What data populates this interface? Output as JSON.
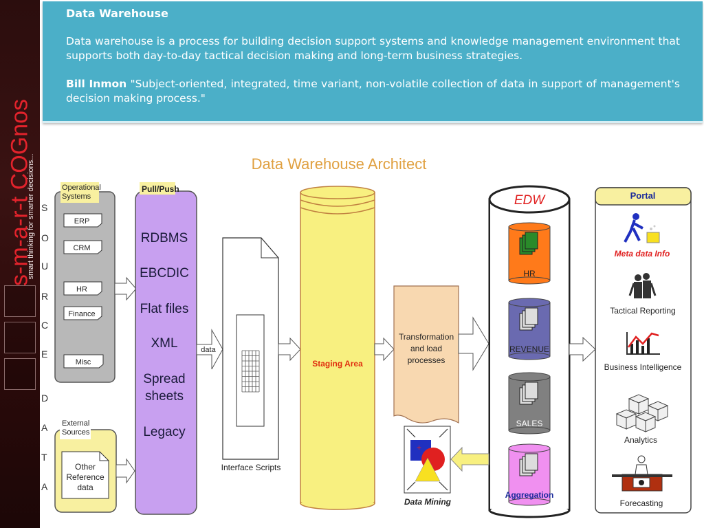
{
  "brand": {
    "name": "s-m-a-r-t COGnos",
    "tagline": "smart thinking for smarter decisions..."
  },
  "header": {
    "title": "Data Warehouse",
    "definition": "Data warehouse is a process for building decision support systems and knowledge management environment that supports both day-to-day tactical decision making and long-term business strategies.",
    "quote_author": "Bill Inmon",
    "quote": "\"Subject-oriented, integrated, time variant, non-volatile collection of data in support of management's decision making process.\""
  },
  "diagram": {
    "title": "Data Warehouse Architect",
    "source_letters": [
      "S",
      "O",
      "U",
      "R",
      "C",
      "E",
      "",
      "D",
      "A",
      "T",
      "A"
    ],
    "operational": {
      "label": "Operational Systems",
      "items": [
        "ERP",
        "CRM",
        "HR",
        "Finance",
        "Misc"
      ]
    },
    "external": {
      "label": "External Sources",
      "item": "Other Reference data"
    },
    "pullpush": {
      "label": "Pull/Push",
      "items": [
        "RDBMS",
        "EBCDIC",
        "Flat files",
        "XML",
        "Spread sheets",
        "Legacy"
      ]
    },
    "data_arrow_label": "data",
    "interface_scripts": "Interface Scripts",
    "staging_area": "Staging Area",
    "transformation": "Transformation and load processes",
    "edw": {
      "label": "EDW",
      "marts": [
        "HR",
        "REVENUE",
        "SALES",
        "Aggregation"
      ]
    },
    "data_mining": "Data Mining",
    "portal": {
      "label": "Portal",
      "items": [
        "Meta data Info",
        "Tactical Reporting",
        "Business Intelligence",
        "Analytics",
        "Forecasting"
      ]
    },
    "colors": {
      "header_bg": "#4bafc8",
      "title": "#e0a040",
      "operational_bg": "#b8b8b8",
      "label_tag": "#f8f0a0",
      "pullpush_bg": "#c8a0f0",
      "staging_bg": "#f8f080",
      "transform_bg": "#f8d8b0",
      "hr_mart": "#ff7a1a",
      "revenue_mart": "#6a6ab0",
      "sales_mart": "#808080",
      "aggregation_mart": "#f090f0",
      "edw_label": "#e02020"
    }
  }
}
